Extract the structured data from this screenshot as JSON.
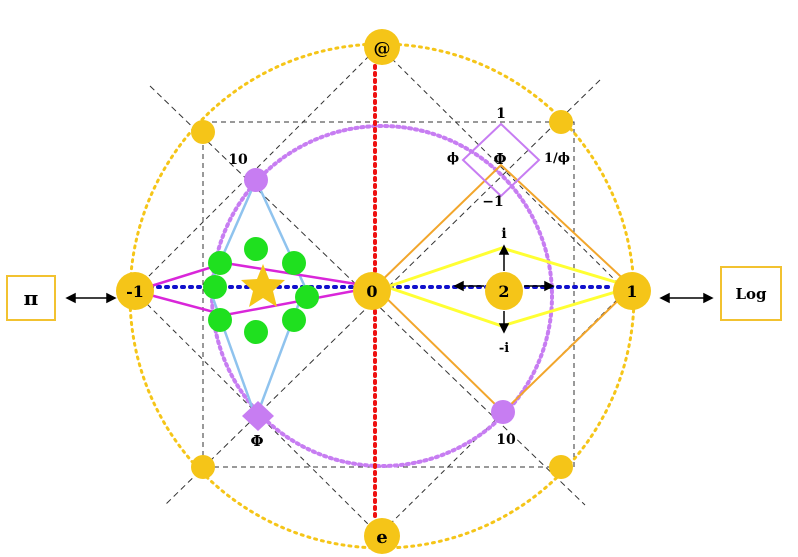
{
  "labels": {
    "top_node": "@",
    "bottom_node": "e",
    "left_node": "-1",
    "center_node": "0",
    "right_node": "1",
    "inner_node": "2",
    "left_box": "π",
    "right_box": "Log",
    "upper_left_ten": "10",
    "lower_right_ten": "10",
    "lower_left_phi": "Φ",
    "diamond_phi": "Φ",
    "diamond_top": "1",
    "diamond_bottom": "−1",
    "diamond_left": "ϕ",
    "diamond_right": "1/ϕ",
    "imag_plus": "i",
    "imag_minus": "-i"
  },
  "colors": {
    "gold": "#f5c518",
    "gold_line": "#f2a62c",
    "violet": "#c77df2",
    "violet_line": "#b46cf0",
    "magenta": "#d926d9",
    "light_blue": "#8fc3ee",
    "green": "#1fe01f",
    "yellow": "#ffff33",
    "red": "#ee1111",
    "blue": "#1010cc",
    "dashed": "#333333"
  }
}
